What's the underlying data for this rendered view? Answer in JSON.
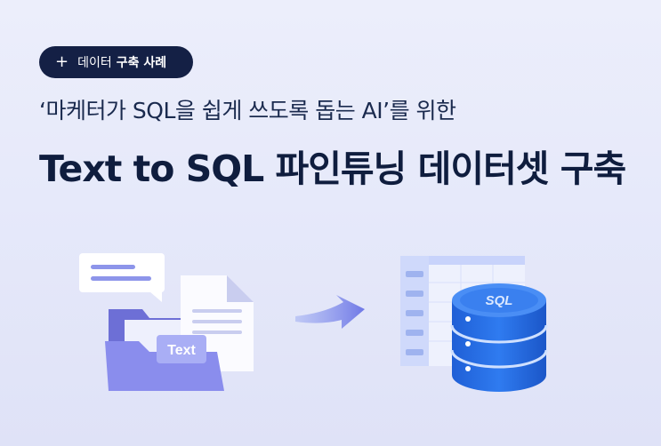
{
  "badge": {
    "icon": "plus-icon",
    "text_regular": "데이터",
    "text_bold": "구축 사례"
  },
  "subtitle": "‘마케터가 SQL을 쉽게 쓰도록 돕는 AI’를 위한",
  "title": "Text to SQL 파인튜닝 데이터셋 구축",
  "illustration": {
    "folder_label": "Text",
    "database_label": "SQL",
    "colors": {
      "purple": "#7b7ee0",
      "blue": "#2a6fe0",
      "navy": "#142045"
    }
  }
}
